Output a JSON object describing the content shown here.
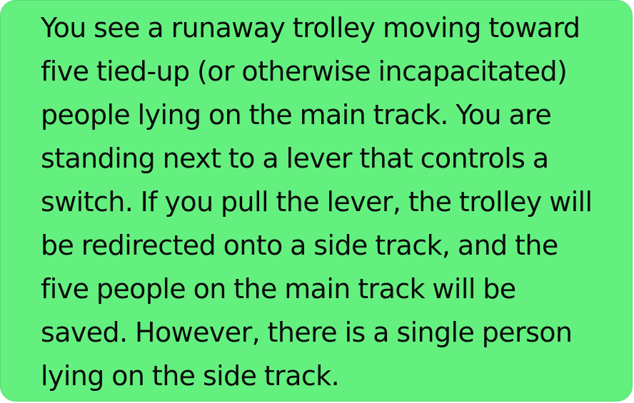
{
  "card": {
    "lines": [
      "You see a runaway trolley moving toward",
      "five tied-up (or otherwise incapacitated)",
      "people lying on the main track. You are",
      "standing next to a lever that controls a",
      "switch. If you pull the lever, the trolley will",
      "be redirected onto a side track, and the",
      "five people on the main track will be",
      "saved. However, there is a single person",
      "lying on the side track."
    ]
  }
}
